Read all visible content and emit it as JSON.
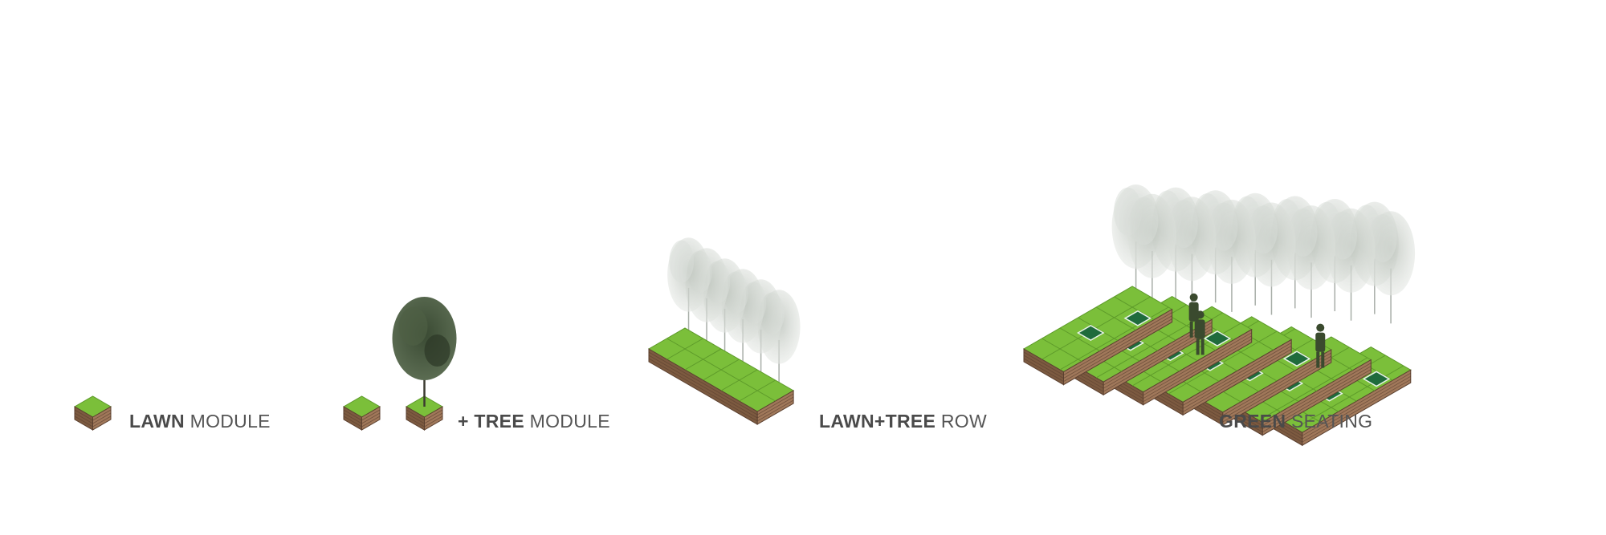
{
  "labels": {
    "lawn": {
      "bold": "LAWN",
      "rest": " MODULE"
    },
    "tree": {
      "bold": "+ TREE",
      "rest": " MODULE"
    },
    "row": {
      "bold": "LAWN+TREE",
      "rest": " ROW"
    },
    "green": {
      "bold": "GREEN",
      "rest": " SEATING"
    }
  },
  "colors": {
    "grass_top": "#7bbf3a",
    "grass_line": "#5d9a2a",
    "crate_front": "#a0785a",
    "crate_side": "#7c5a40",
    "crate_slat": "#5b4030",
    "tree_dark": "#2f3d2a",
    "tree_pale": "#c9cfc8",
    "sign_green": "#1f6b3c",
    "person": "#3a4a2e"
  }
}
